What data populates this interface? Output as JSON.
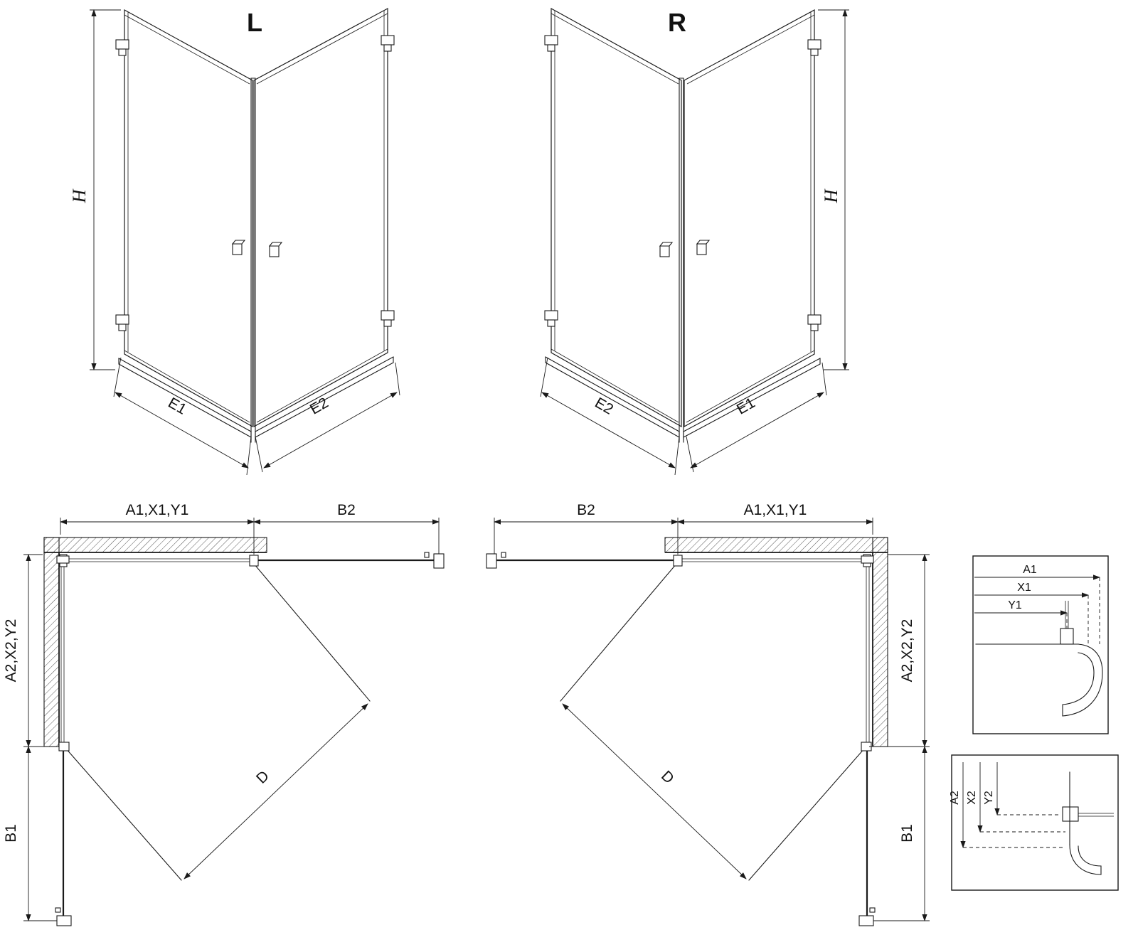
{
  "colors": {
    "line": "#1a1a1a",
    "background": "#ffffff"
  },
  "perspective_left": {
    "label": "L",
    "dim_height": "H",
    "dim_left": "E1",
    "dim_right": "E2"
  },
  "perspective_right": {
    "label": "R",
    "dim_height": "H",
    "dim_left": "E2",
    "dim_right": "E1"
  },
  "plan_left": {
    "dim_top_left": "A1,X1,Y1",
    "dim_top_right": "B2",
    "dim_side_upper": "A2,X2,Y2",
    "dim_side_lower": "B1",
    "dim_diagonal": "D"
  },
  "plan_right": {
    "dim_top_left": "B2",
    "dim_top_right": "A1,X1,Y1",
    "dim_side_upper": "A2,X2,Y2",
    "dim_side_lower": "B1",
    "dim_diagonal": "D"
  },
  "detail_inset_top": {
    "dims": [
      "A1",
      "X1",
      "Y1"
    ]
  },
  "detail_inset_bottom": {
    "dims": [
      "A2",
      "X2",
      "Y2"
    ]
  }
}
